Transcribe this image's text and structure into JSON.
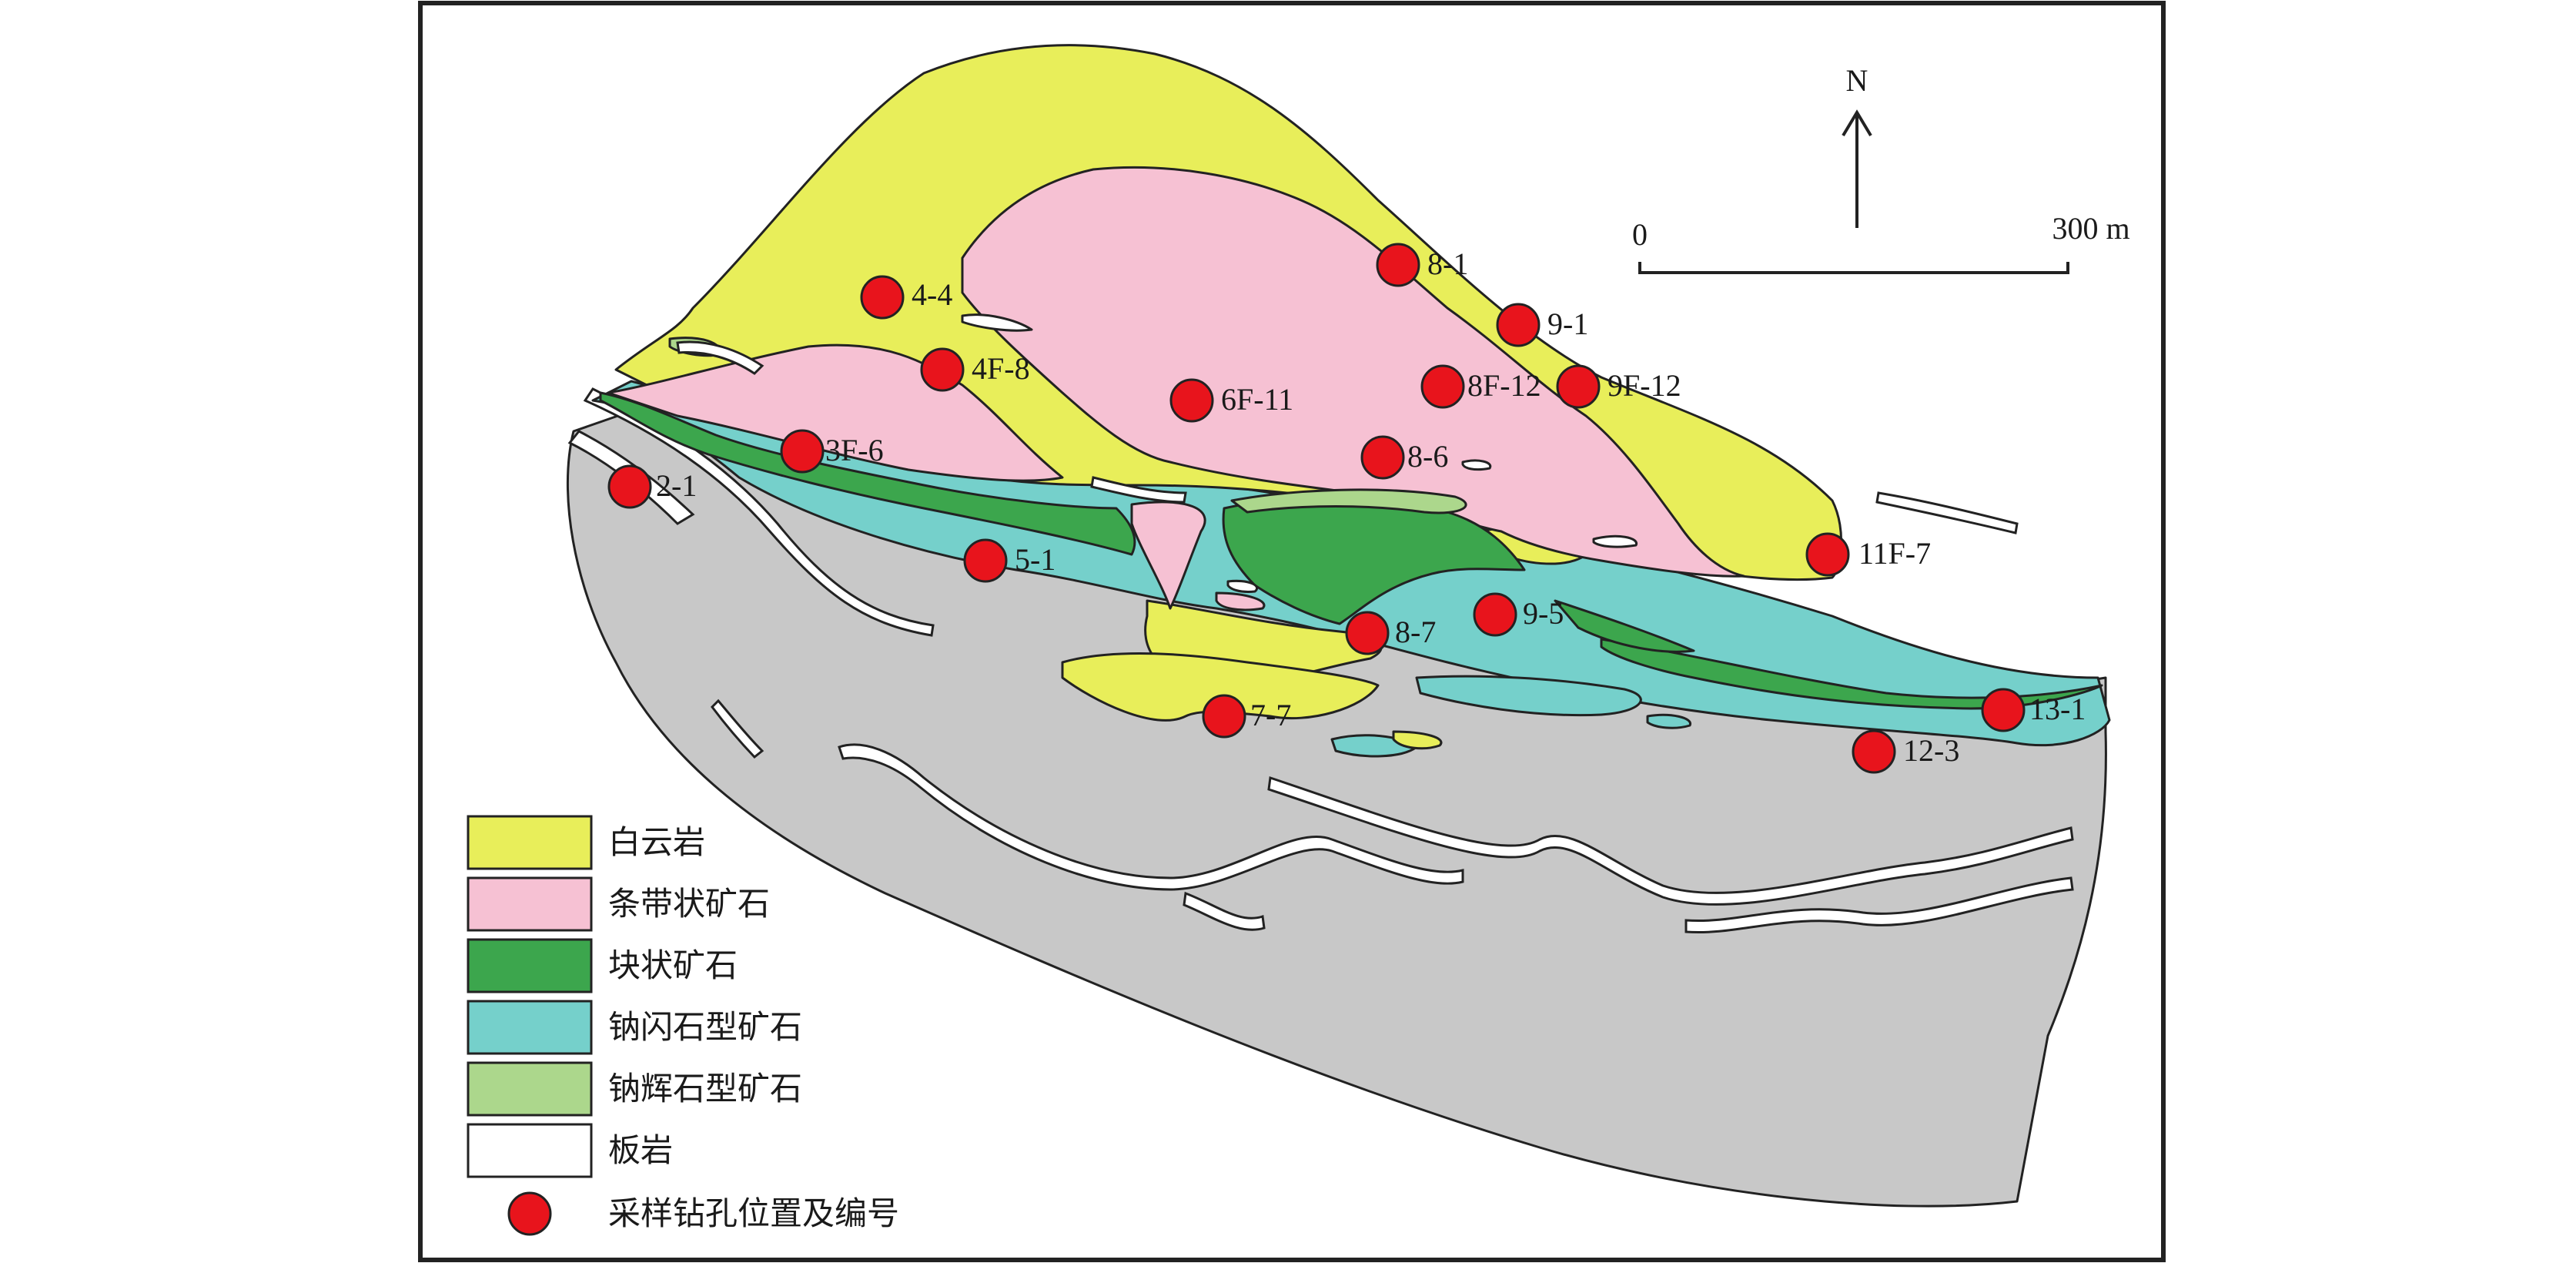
{
  "colors": {
    "dolomite": "#e8ee5a",
    "banded_ore": "#f6c1d3",
    "massive_ore": "#3ca64d",
    "riebeckite_ore": "#75d0cb",
    "aegirine_ore": "#acd78c",
    "slate": "#ffffff",
    "basement": "#c8c8c8",
    "borehole": "#e8141c"
  },
  "north": {
    "label": "N"
  },
  "scale": {
    "start": "0",
    "end": "300 m"
  },
  "boreholes": [
    {
      "id": "4-4"
    },
    {
      "id": "4F-8"
    },
    {
      "id": "6F-11"
    },
    {
      "id": "8-1"
    },
    {
      "id": "9-1"
    },
    {
      "id": "8F-12"
    },
    {
      "id": "9F-12"
    },
    {
      "id": "3F-6"
    },
    {
      "id": "2-1"
    },
    {
      "id": "8-6"
    },
    {
      "id": "5-1"
    },
    {
      "id": "11F-7"
    },
    {
      "id": "9-5"
    },
    {
      "id": "8-7"
    },
    {
      "id": "7-7"
    },
    {
      "id": "13-1"
    },
    {
      "id": "12-3"
    }
  ],
  "legend": [
    {
      "label": "白云岩",
      "icon": "dolomite-swatch"
    },
    {
      "label": "条带状矿石",
      "icon": "banded-ore-swatch"
    },
    {
      "label": "块状矿石",
      "icon": "massive-ore-swatch"
    },
    {
      "label": "钠闪石型矿石",
      "icon": "riebeckite-ore-swatch"
    },
    {
      "label": "钠辉石型矿石",
      "icon": "aegirine-ore-swatch"
    },
    {
      "label": "板岩",
      "icon": "slate-swatch"
    },
    {
      "label": "采样钻孔位置及编号",
      "icon": "borehole-marker-icon"
    }
  ]
}
